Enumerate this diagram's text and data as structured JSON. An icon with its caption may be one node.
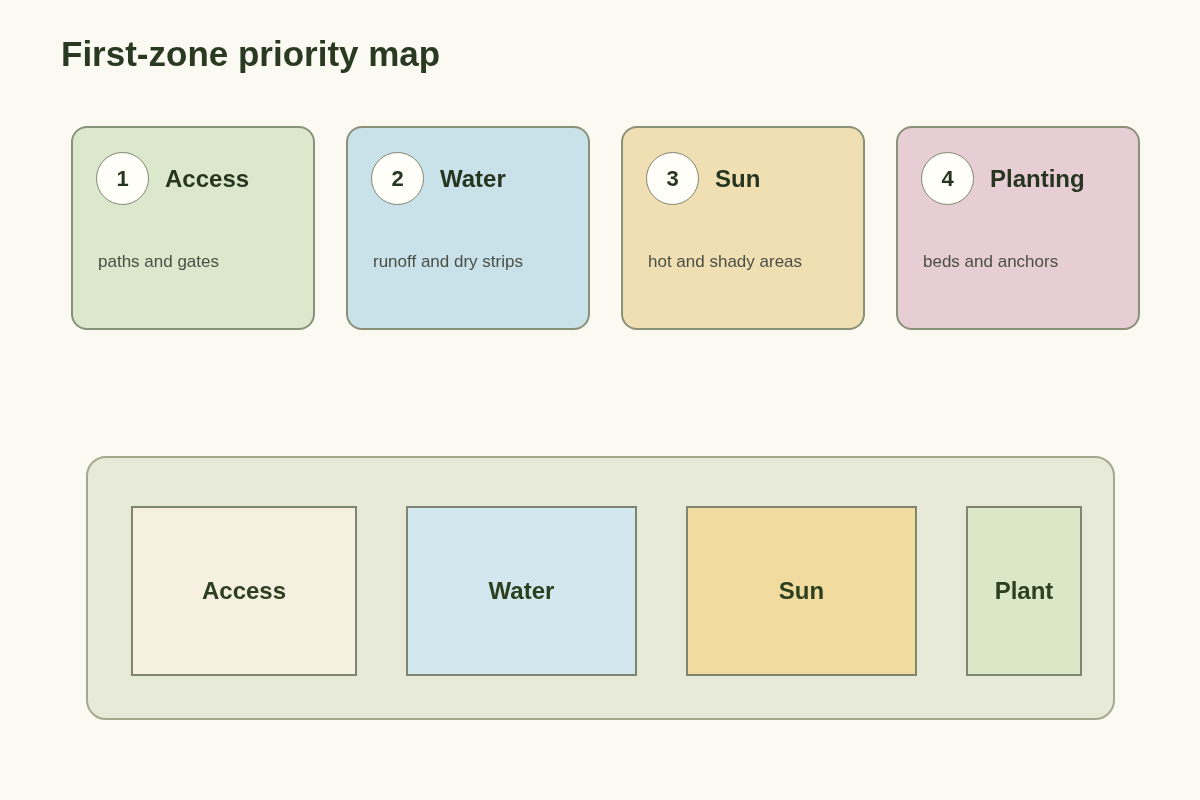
{
  "diagram": {
    "title": "First-zone priority map",
    "nodes": [
      {
        "text": [
          "Access",
          "paths and gates"
        ]
      },
      {
        "text": [
          "1"
        ],
        "in": 0
      },
      {
        "text": [
          "Water",
          "runoff and dry strips"
        ]
      },
      {
        "text": [
          "2"
        ],
        "in": 2
      },
      {
        "text": [
          "Sun",
          "hot and shady areas"
        ]
      },
      {
        "text": [
          "3"
        ],
        "in": 4
      },
      {
        "text": [
          "Planting",
          "beds and anchors"
        ]
      },
      {
        "text": [
          "4"
        ],
        "in": 6
      },
      {
        "text": [],
        "shape": "box"
      },
      {
        "text": [
          "Access"
        ],
        "in": 8
      },
      {
        "text": [
          "Water"
        ],
        "in": 8
      },
      {
        "text": [
          "Sun"
        ],
        "in": 8
      },
      {
        "text": [
          "Plant"
        ],
        "in": 8
      }
    ]
  }
}
